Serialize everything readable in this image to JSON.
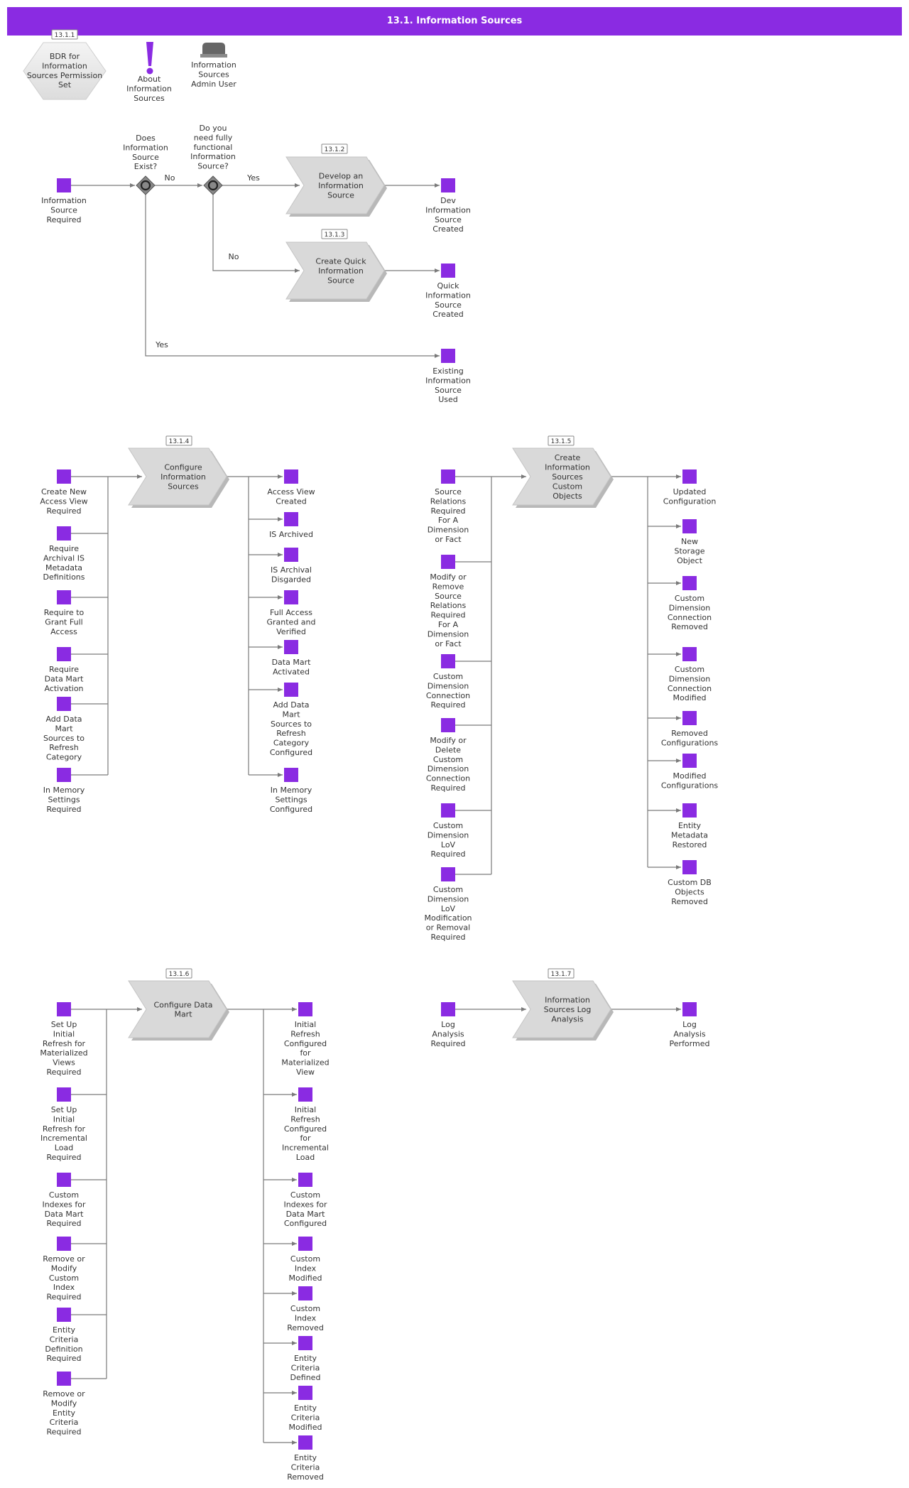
{
  "title": "13.1. Information Sources",
  "colors": {
    "accent": "#8a2be2",
    "process": "#d9d9d9",
    "gateway": "#888888",
    "edge": "#7a7a7a"
  },
  "header": {
    "bdr": {
      "ref": "13.1.1",
      "label": [
        "BDR for",
        "Information",
        "Sources Permission",
        "Set"
      ]
    },
    "about": {
      "icon": "exclamation-icon",
      "label": [
        "About",
        "Information",
        "Sources"
      ]
    },
    "admin": {
      "icon": "admin-user-icon",
      "label": [
        "Information",
        "Sources",
        "Admin User"
      ]
    }
  },
  "section1": {
    "start": [
      "Information",
      "Source",
      "Required"
    ],
    "gateway1": {
      "question": [
        "Does",
        "Information",
        "Source",
        "Exist?"
      ],
      "no_label": "No",
      "yes_label": "Yes"
    },
    "gateway2": {
      "question": [
        "Do you",
        "need fully",
        "functional",
        "Information",
        "Source?"
      ],
      "yes_label": "Yes",
      "no_label": "No"
    },
    "develop": {
      "ref": "13.1.2",
      "label": [
        "Develop an",
        "Information",
        "Source"
      ]
    },
    "quick": {
      "ref": "13.1.3",
      "label": [
        "Create Quick",
        "Information",
        "Source"
      ]
    },
    "out_dev": [
      "Dev",
      "Information",
      "Source",
      "Created"
    ],
    "out_quick": [
      "Quick",
      "Information",
      "Source",
      "Created"
    ],
    "out_existing": [
      "Existing",
      "Information",
      "Source",
      "Used"
    ]
  },
  "configure_is": {
    "ref": "13.1.4",
    "label": [
      "Configure",
      "Information",
      "Sources"
    ],
    "inputs": [
      [
        "Create New",
        "Access View",
        "Required"
      ],
      [
        "Require",
        "Archival IS",
        "Metadata",
        "Definitions"
      ],
      [
        "Require to",
        "Grant Full",
        "Access"
      ],
      [
        "Require",
        "Data Mart",
        "Activation"
      ],
      [
        "Add Data",
        "Mart",
        "Sources to",
        "Refresh",
        "Category"
      ],
      [
        "In Memory",
        "Settings",
        "Required"
      ]
    ],
    "outputs": [
      [
        "Access View",
        "Created"
      ],
      [
        "IS Archived"
      ],
      [
        "IS Archival",
        "Disgarded"
      ],
      [
        "Full Access",
        "Granted and",
        "Verified"
      ],
      [
        "Data Mart",
        "Activated"
      ],
      [
        "Add Data",
        "Mart",
        "Sources to",
        "Refresh",
        "Category",
        "Configured"
      ],
      [
        "In Memory",
        "Settings",
        "Configured"
      ]
    ]
  },
  "custom_objects": {
    "ref": "13.1.5",
    "label": [
      "Create",
      "Information",
      "Sources",
      "Custom",
      "Objects"
    ],
    "inputs": [
      [
        "Source",
        "Relations",
        "Required",
        "For A",
        "Dimension",
        "or Fact"
      ],
      [
        "Modify or",
        "Remove",
        "Source",
        "Relations",
        "Required",
        "For A",
        "Dimension",
        "or Fact"
      ],
      [
        "Custom",
        "Dimension",
        "Connection",
        "Required"
      ],
      [
        "Modify or",
        "Delete",
        "Custom",
        "Dimension",
        "Connection",
        "Required"
      ],
      [
        "Custom",
        "Dimension",
        "LoV",
        "Required"
      ],
      [
        "Custom",
        "Dimension",
        "LoV",
        "Modification",
        "or Removal",
        "Required"
      ]
    ],
    "outputs": [
      [
        "Updated",
        "Configuration"
      ],
      [
        "New",
        "Storage",
        "Object"
      ],
      [
        "Custom",
        "Dimension",
        "Connection",
        "Removed"
      ],
      [
        "Custom",
        "Dimension",
        "Connection",
        "Modified"
      ],
      [
        "Removed",
        "Configurations"
      ],
      [
        "Modified",
        "Configurations"
      ],
      [
        "Entity",
        "Metadata",
        "Restored"
      ],
      [
        "Custom DB",
        "Objects",
        "Removed"
      ]
    ]
  },
  "data_mart": {
    "ref": "13.1.6",
    "label": [
      "Configure Data",
      "Mart"
    ],
    "inputs": [
      [
        "Set Up",
        "Initial",
        "Refresh for",
        "Materialized",
        "Views",
        "Required"
      ],
      [
        "Set Up",
        "Initial",
        "Refresh for",
        "Incremental",
        "Load",
        "Required"
      ],
      [
        "Custom",
        "Indexes for",
        "Data Mart",
        "Required"
      ],
      [
        "Remove or",
        "Modify",
        "Custom",
        "Index",
        "Required"
      ],
      [
        "Entity",
        "Criteria",
        "Definition",
        "Required"
      ],
      [
        "Remove or",
        "Modify",
        "Entity",
        "Criteria",
        "Required"
      ]
    ],
    "outputs": [
      [
        "Initial",
        "Refresh",
        "Configured",
        "for",
        "Materialized",
        "View"
      ],
      [
        "Initial",
        "Refresh",
        "Configured",
        "for",
        "Incremental",
        "Load"
      ],
      [
        "Custom",
        "Indexes for",
        "Data Mart",
        "Configured"
      ],
      [
        "Custom",
        "Index",
        "Modified"
      ],
      [
        "Custom",
        "Index",
        "Removed"
      ],
      [
        "Entity",
        "Criteria",
        "Defined"
      ],
      [
        "Entity",
        "Criteria",
        "Modified"
      ],
      [
        "Entity",
        "Criteria",
        "Removed"
      ]
    ]
  },
  "log": {
    "ref": "13.1.7",
    "label": [
      "Information",
      "Sources Log",
      "Analysis"
    ],
    "input": [
      "Log",
      "Analysis",
      "Required"
    ],
    "output": [
      "Log",
      "Analysis",
      "Performed"
    ]
  }
}
